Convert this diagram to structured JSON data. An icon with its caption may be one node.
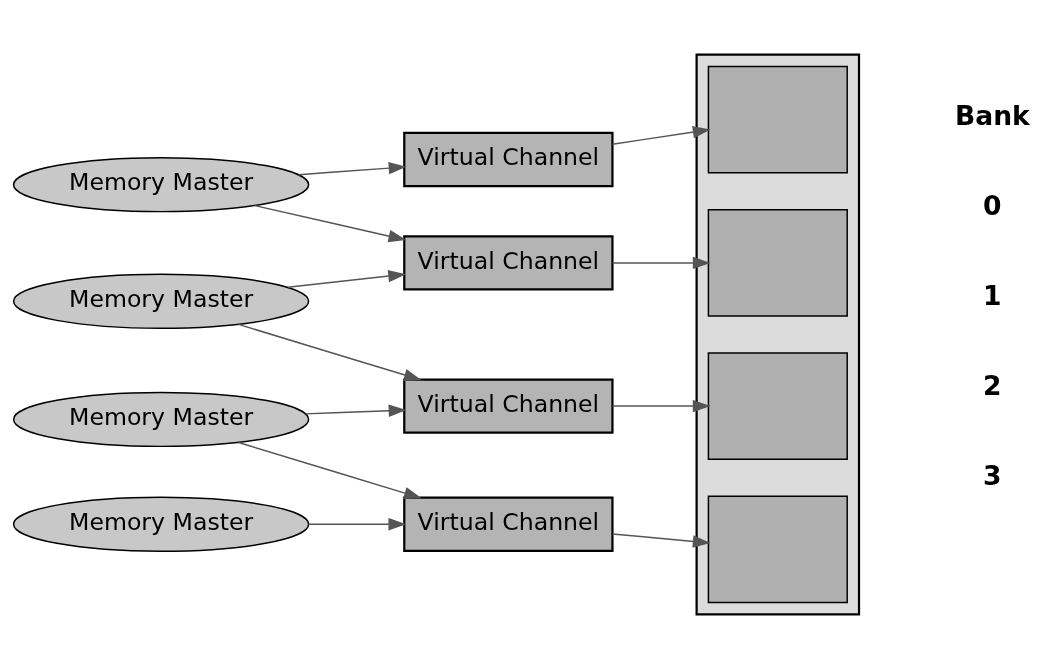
{
  "diagram": {
    "nodes": [
      {
        "text": [
          "Memory Master"
        ]
      },
      {
        "text": [
          "Memory Master"
        ]
      },
      {
        "text": [
          "Memory Master"
        ]
      },
      {
        "text": [
          "Memory Master"
        ]
      },
      {
        "text": [
          "Virtual Channel"
        ]
      },
      {
        "text": [
          "Virtual Channel"
        ]
      },
      {
        "text": [
          "Virtual Channel"
        ]
      },
      {
        "text": [
          "Virtual Channel"
        ]
      },
      {
        "text": [],
        "shape": "box"
      },
      {
        "text": [],
        "shape": "box",
        "in": 8
      },
      {
        "text": [],
        "shape": "box",
        "in": 8
      },
      {
        "text": [],
        "shape": "box",
        "in": 8
      },
      {
        "text": [],
        "shape": "box",
        "in": 8
      }
    ],
    "edges": [
      {
        "from": 0,
        "to": 4,
        "arrow": "to"
      },
      {
        "from": 0,
        "to": 5,
        "arrow": "to"
      },
      {
        "from": 1,
        "to": 5,
        "arrow": "to"
      },
      {
        "from": 1,
        "to": 6,
        "arrow": "to"
      },
      {
        "from": 2,
        "to": 6,
        "arrow": "to"
      },
      {
        "from": 2,
        "to": 7,
        "arrow": "to"
      },
      {
        "from": 3,
        "to": 7,
        "arrow": "to"
      },
      {
        "from": 4,
        "to": 9,
        "arrow": "to"
      },
      {
        "from": 5,
        "to": 10,
        "arrow": "to"
      },
      {
        "from": 6,
        "to": 11,
        "arrow": "to"
      },
      {
        "from": 7,
        "to": 12,
        "arrow": "to"
      }
    ],
    "labels": [
      "Bank",
      "0",
      "1",
      "2",
      "3"
    ]
  }
}
